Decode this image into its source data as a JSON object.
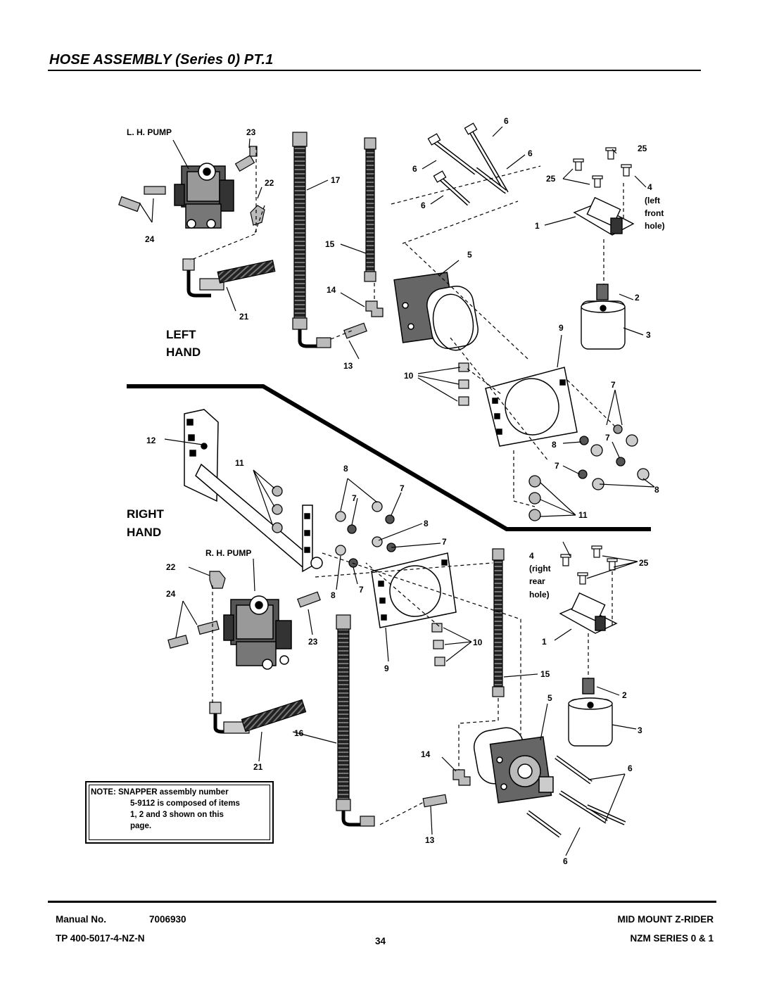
{
  "page": {
    "title": "HOSE ASSEMBLY (Series 0) PT.1"
  },
  "diagram": {
    "upper_section_labels": {
      "lh_pump": "L. H. PUMP",
      "left_hand_line1": "LEFT",
      "left_hand_line2": "HAND",
      "left_front_hole": [
        "(left",
        "front",
        "hole)"
      ]
    },
    "lower_section_labels": {
      "rh_pump": "R. H. PUMP",
      "right_hand_line1": "RIGHT",
      "right_hand_line2": "HAND",
      "right_rear_hole": [
        "(right",
        "rear",
        "hole)"
      ]
    },
    "callouts": {
      "c1": "1",
      "c2": "2",
      "c3": "3",
      "c4": "4",
      "c5": "5",
      "c6": "6",
      "c7": "7",
      "c8": "8",
      "c9": "9",
      "c10": "10",
      "c11": "11",
      "c12": "12",
      "c13": "13",
      "c14": "14",
      "c15": "15",
      "c16": "16",
      "c17": "17",
      "c21": "21",
      "c22": "22",
      "c23": "23",
      "c24": "24",
      "c25": "25"
    }
  },
  "note": {
    "line1": "NOTE: SNAPPER assembly number",
    "line2": "5-9112 is composed of items",
    "line3": "1, 2 and 3 shown on this",
    "line4": "page."
  },
  "footer": {
    "manual_label": "Manual No.",
    "manual_number": "7006930",
    "tp_number": "TP 400-5017-4-NZ-N",
    "page_number": "34",
    "product": "MID MOUNT Z-RIDER",
    "series": "NZM SERIES 0 & 1"
  }
}
